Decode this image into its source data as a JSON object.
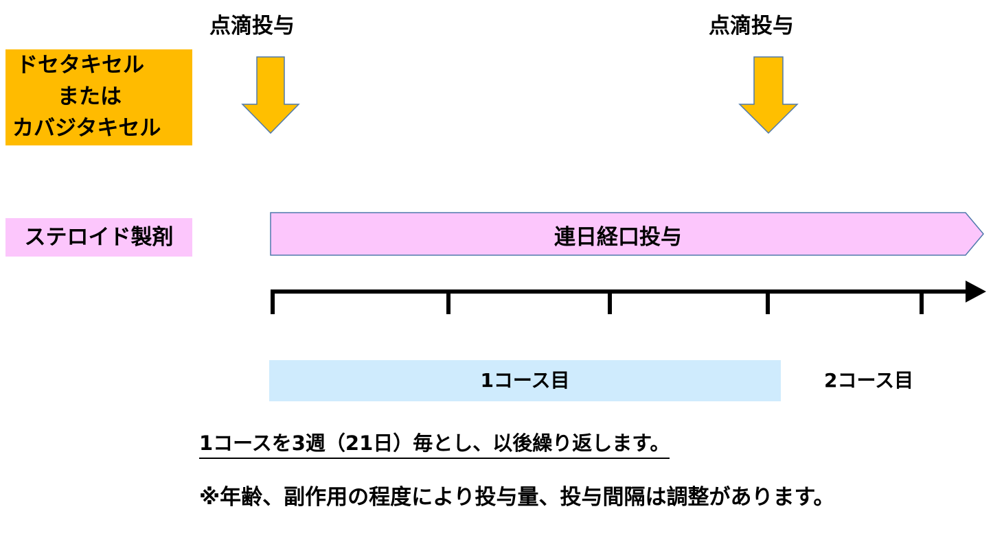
{
  "drug": {
    "line1": "ドセタキセル",
    "line2": "または",
    "line3": "カバジタキセル"
  },
  "infusion": {
    "label_first": "点滴投与",
    "label_second": "点滴投与"
  },
  "steroid": {
    "label": "ステロイド製剤",
    "schedule": "連日経口投与"
  },
  "courses": {
    "first": "1コース目",
    "second": "2コース目"
  },
  "notes": {
    "cycle": "1コースを3週（21日）毎とし、以後繰り返します。",
    "adjustment": "※年齢、副作用の程度により投与量、投与間隔は調整があります。"
  },
  "colors": {
    "drug_box": "#ffbb00",
    "infusion_arrow_fill": "#ffbf00",
    "infusion_arrow_stroke": "#4f79ac",
    "steroid": "#fcc6fc",
    "steroid_stroke": "#4f79ac",
    "course_box": "#cfebfd",
    "timeline": "#000000"
  }
}
